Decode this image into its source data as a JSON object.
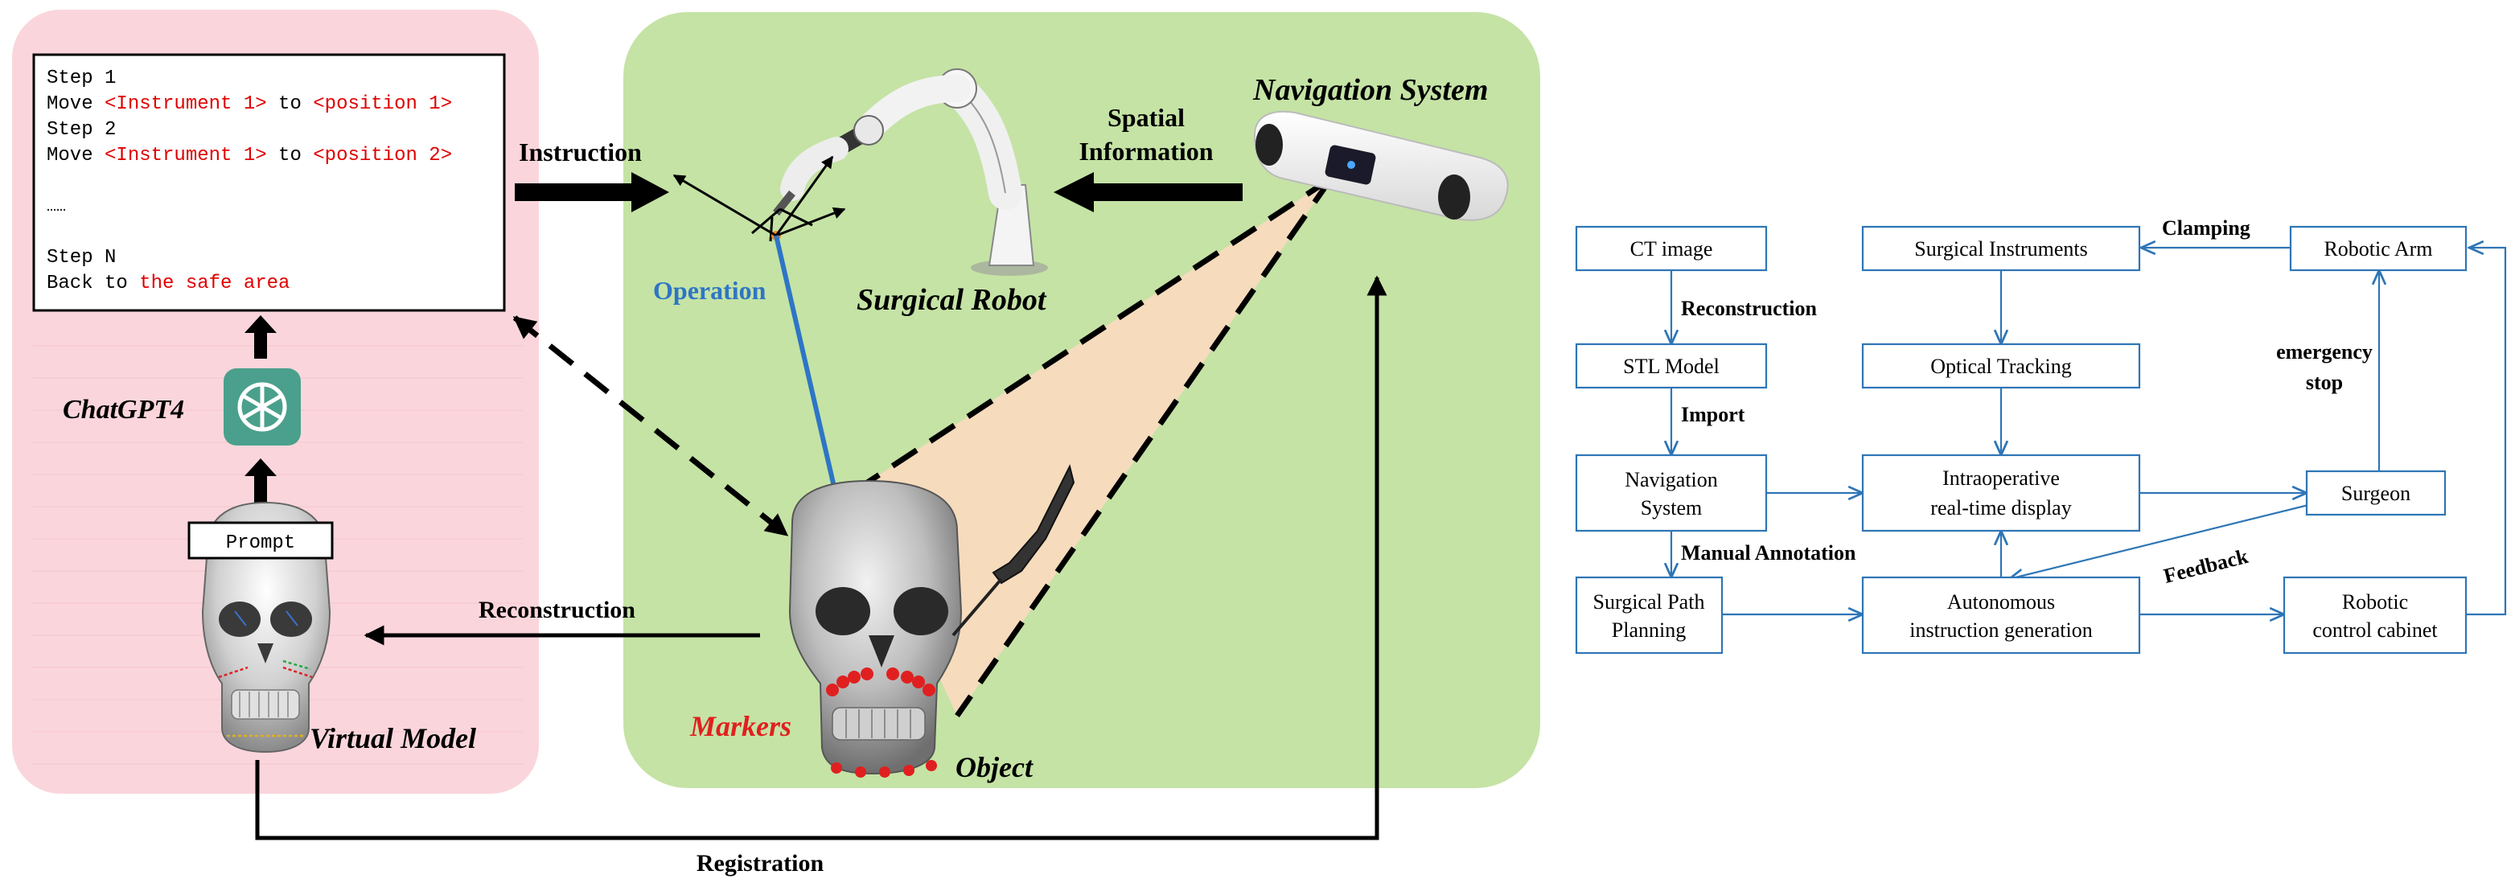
{
  "colors": {
    "pink_panel": "#fad6dc",
    "green_panel": "#c5e3a5",
    "box_blue": "#2e75b6",
    "code_red": "#e00000",
    "operation_blue": "#2e75c6",
    "markers_red": "#e02020",
    "gpt_teal": "#4aa08c",
    "cone_fill": "#fbd9c0"
  },
  "left": {
    "instructions": {
      "step1": "Step 1",
      "line1_prefix": "Move ",
      "line1_instr": "<Instrument 1>",
      "line1_mid": " to ",
      "line1_pos": "<position 1>",
      "step2": "Step 2",
      "line2_prefix": "Move ",
      "line2_instr": "<Instrument 1>",
      "line2_mid": " to ",
      "line2_pos": "<position 2>",
      "ellipsis": "……",
      "stepN": "Step N",
      "back_prefix": "Back to ",
      "back_target": "the safe area"
    },
    "chatgpt_label": "ChatGPT4",
    "chatgpt_icon": "openai-logo-icon",
    "prompt_label": "Prompt",
    "virtual_model_label": "Virtual Model"
  },
  "middle": {
    "instruction_label": "Instruction",
    "spatial_line1": "Spatial",
    "spatial_line2": "Information",
    "navigation_label": "Navigation System",
    "operation_label": "Operation",
    "surgical_robot_label": "Surgical Robot",
    "markers_label": "Markers",
    "object_label": "Object",
    "reconstruction_label": "Reconstruction",
    "registration_label": "Registration"
  },
  "flowchart": {
    "nodes": {
      "ct_image": [
        "CT image"
      ],
      "stl_model": [
        "STL Model"
      ],
      "navigation_system": [
        "Navigation",
        "System"
      ],
      "surgical_path": [
        "Surgical Path",
        "Planning"
      ],
      "surgical_instruments": [
        "Surgical Instruments"
      ],
      "optical_tracking": [
        "Optical Tracking"
      ],
      "intraop_display": [
        "Intraoperative",
        "real-time display"
      ],
      "autonomous_instr": [
        "Autonomous",
        "instruction generation"
      ],
      "robotic_arm": [
        "Robotic Arm"
      ],
      "surgeon": [
        "Surgeon"
      ],
      "robotic_cabinet": [
        "Robotic",
        "control cabinet"
      ]
    },
    "edge_labels": {
      "reconstruction": "Reconstruction",
      "import": "Import",
      "manual_annotation": "Manual Annotation",
      "clamping": "Clamping",
      "emergency1": "emergency",
      "emergency2": "stop",
      "feedback": "Feedback"
    }
  }
}
